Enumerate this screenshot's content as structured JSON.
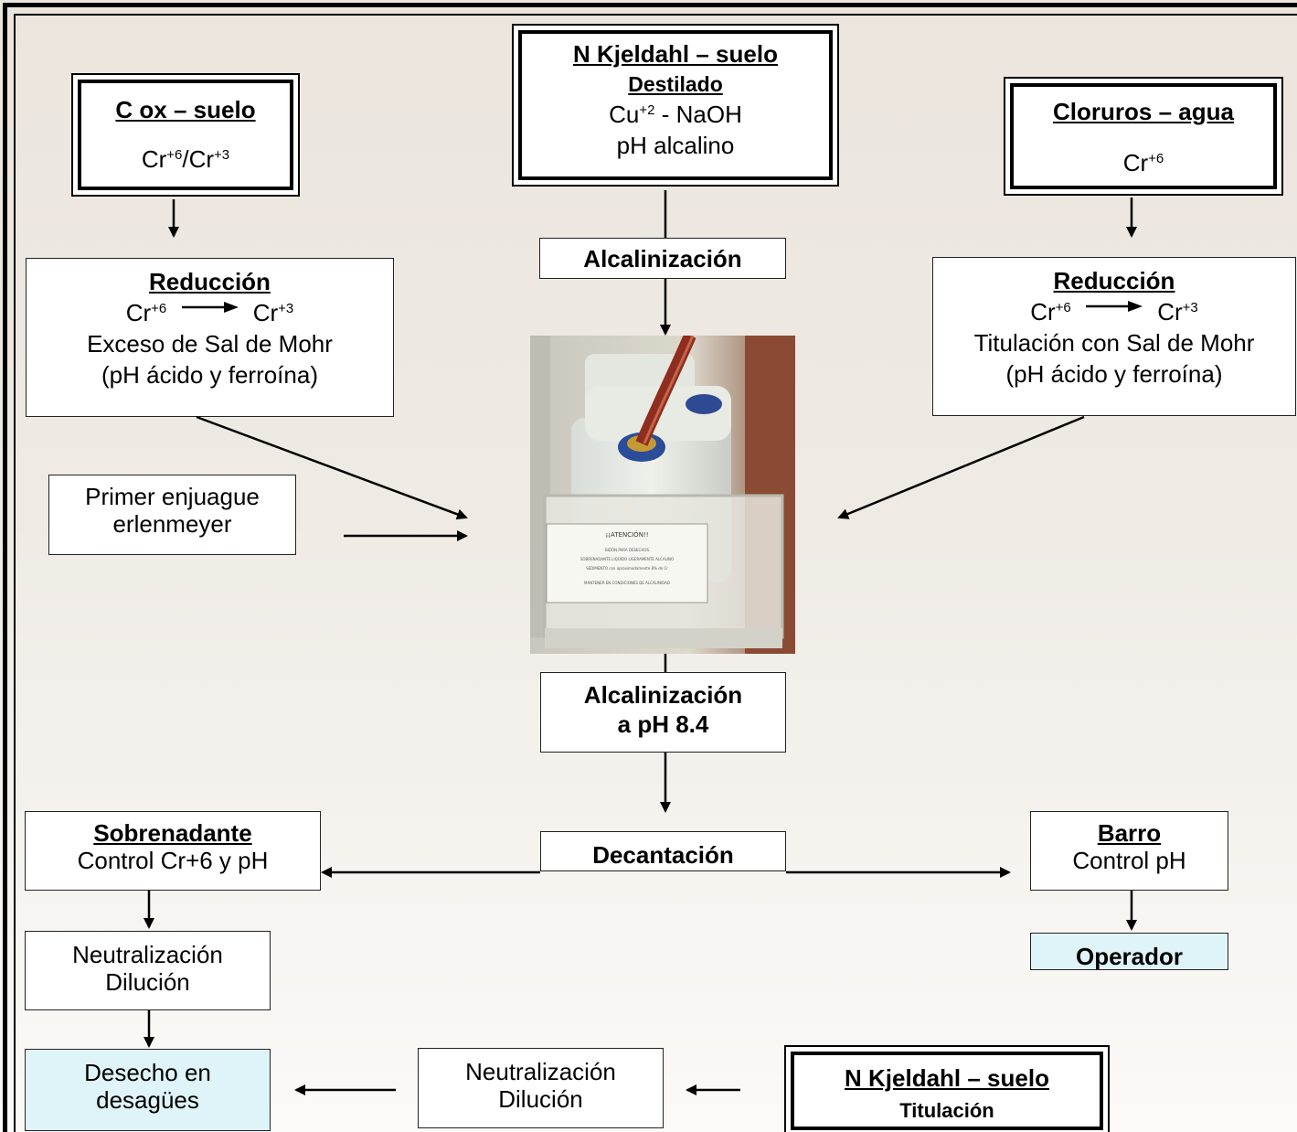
{
  "top_left": {
    "title": "C ox – suelo",
    "formula": "Cr+6/Cr+3",
    "sup1": "+6",
    "sup2": "+3",
    "base1": "Cr",
    "slash": "/",
    "base2": "Cr"
  },
  "top_center": {
    "title": "N Kjeldahl – suelo",
    "subtitle": "Destilado",
    "line1_base": "Cu",
    "line1_sup": "+2",
    "line1_rest": " - NaOH",
    "line2": "pH alcalino"
  },
  "top_right": {
    "title": "Cloruros – agua",
    "base": "Cr",
    "sup": "+6"
  },
  "left_reduction": {
    "title": "Reducción",
    "cr_a": "Cr",
    "sup_a": "+6",
    "cr_b": "Cr",
    "sup_b": "+3",
    "line1": "Exceso de Sal de Mohr",
    "line2": "(pH ácido y ferroína)"
  },
  "right_reduction": {
    "title": "Reducción",
    "cr_a": "Cr",
    "sup_a": "+6",
    "cr_b": "Cr",
    "sup_b": "+3",
    "line1": "Titulación con Sal de Mohr",
    "line2": "(pH ácido y ferroína)"
  },
  "alcalinizacion_top": "Alcalinización",
  "primer_enjuague": {
    "line1": "Primer enjuague",
    "line2": "erlenmeyer"
  },
  "container_label": {
    "title": "¡¡ATENCIÓN!!",
    "lines": [
      "BIDÓN PARA DESECHOS",
      "SOBRENADANTE LIQUIDO LIGERAMENTE ALCALINO",
      "SEDIMENTO con aproximadamente 8% de Cr",
      "MANTENER EN CONDICIONES DE ALCALINIDAD"
    ]
  },
  "alcalinizacion_ph": {
    "line1": "Alcalinización",
    "line2": "a pH 8.4"
  },
  "decantacion": "Decantación",
  "sobrenadante": {
    "title": "Sobrenadante",
    "line": "Control Cr+6 y pH"
  },
  "barro": {
    "title": "Barro",
    "line": "Control pH"
  },
  "operador": "Operador",
  "neutralizacion_left": {
    "line1": "Neutralización",
    "line2": "Dilución"
  },
  "desecho": {
    "line1": "Desecho en",
    "line2": "desagües"
  },
  "neutralizacion_bottom": {
    "line1": "Neutralización",
    "line2": "Dilución"
  },
  "bottom_right": {
    "title": "N Kjeldahl – suelo",
    "subtitle": "Titulación"
  }
}
